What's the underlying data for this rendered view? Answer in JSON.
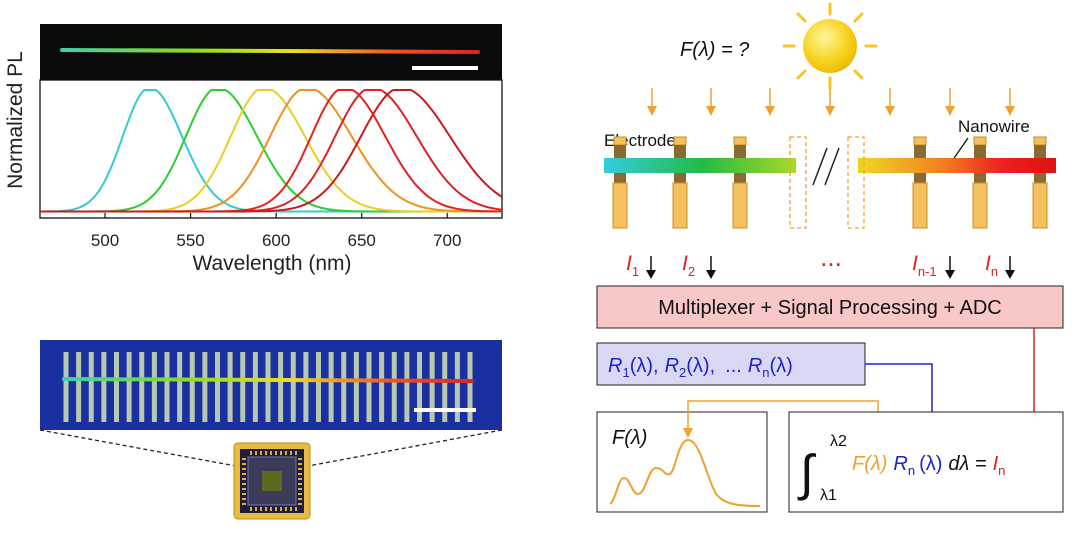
{
  "plot": {
    "ylabel": "Normalized PL",
    "xlabel": "Wavelength (nm)",
    "xticks": [
      "500",
      "550",
      "600",
      "650",
      "700"
    ]
  },
  "chart_data": {
    "type": "line",
    "xlabel": "Wavelength (nm)",
    "ylabel": "Normalized PL",
    "xlim": [
      462,
      732
    ],
    "ylim": [
      0,
      1
    ],
    "xticks": [
      500,
      550,
      600,
      650,
      700
    ],
    "grid": false,
    "series": [
      {
        "peak_nm": 526,
        "fwhm_nm": 40,
        "color": "#33cccc"
      },
      {
        "peak_nm": 566,
        "fwhm_nm": 48,
        "color": "#2ecc2e"
      },
      {
        "peak_nm": 593,
        "fwhm_nm": 50,
        "color": "#e6d020"
      },
      {
        "peak_nm": 618,
        "fwhm_nm": 55,
        "color": "#f09020"
      },
      {
        "peak_nm": 640,
        "fwhm_nm": 50,
        "color": "#e62020"
      },
      {
        "peak_nm": 656,
        "fwhm_nm": 55,
        "color": "#dd2222"
      },
      {
        "peak_nm": 673,
        "fwhm_nm": 60,
        "color": "#cc1a1a"
      }
    ]
  },
  "diagram": {
    "f_eq": "F(λ) = ?",
    "electrodes_label": "Electrodes",
    "nanowire_label": "Nanowire",
    "currents": [
      {
        "main": "I",
        "sub": "1"
      },
      {
        "main": "I",
        "sub": "2"
      },
      {
        "main": "I",
        "sub": "n-1"
      },
      {
        "main": "I",
        "sub": "n"
      }
    ],
    "ellipsis": "...",
    "processor": "Multiplexer + Signal Processing + ADC",
    "responses": {
      "r1": "R",
      "r1_sub": "1",
      "r1_arg": "(λ),",
      "r2": "R",
      "r2_sub": "2",
      "r2_arg": "(λ),",
      "dots": "...",
      "rn": "R",
      "rn_sub": "n",
      "rn_arg": "(λ)"
    },
    "spectrum_label": "F(λ)",
    "integral": {
      "upper": "λ2",
      "lower": "λ1",
      "f": "F(λ)",
      "r": "R",
      "r_sub": "n",
      "r_arg": "(λ)",
      "d": "dλ =",
      "i": "I",
      "i_sub": "n"
    }
  },
  "colors": {
    "orange": "#f0a030",
    "red": "#e02020",
    "blue": "#2020cc",
    "pink_box": "#f8c8c8",
    "lavender_box": "#d8d8f4",
    "electrode": "#f5c060",
    "chip_bg": "#1a2fa0"
  }
}
